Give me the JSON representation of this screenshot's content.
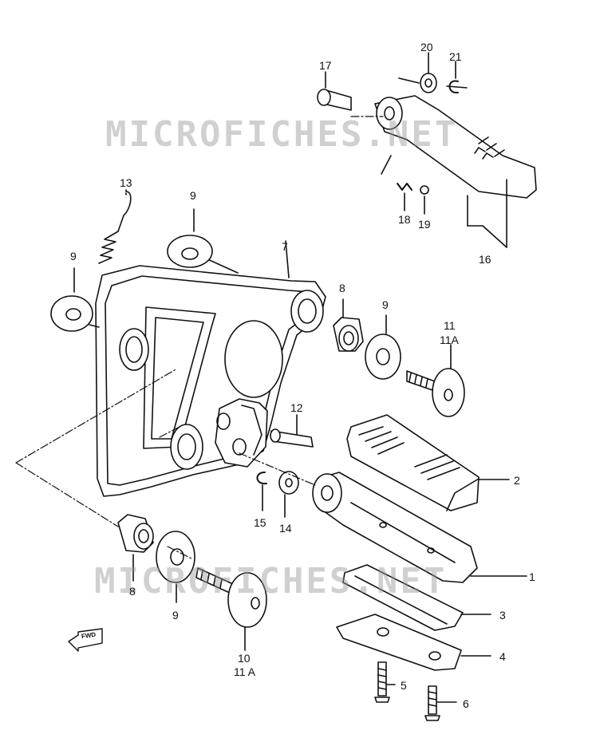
{
  "watermark": {
    "top": "MICROFICHES.NET",
    "bottom": "MICROFICHES.NET"
  },
  "fwd_badge": "FWD",
  "callouts": {
    "p1": "1",
    "p2": "2",
    "p3": "3",
    "p4": "4",
    "p5": "5",
    "p6": "6",
    "p7": "7",
    "p8a": "8",
    "p8b": "8",
    "p9a": "9",
    "p9b": "9",
    "p9c": "9",
    "p9d": "9",
    "p10": "10",
    "p11a": "11",
    "p11a_alt": "11A",
    "p11b_alt": "11 A",
    "p12": "12",
    "p13": "13",
    "p14": "14",
    "p15": "15",
    "p16": "16",
    "p17": "17",
    "p18": "18",
    "p19": "19",
    "p20": "20",
    "p21": "21"
  }
}
